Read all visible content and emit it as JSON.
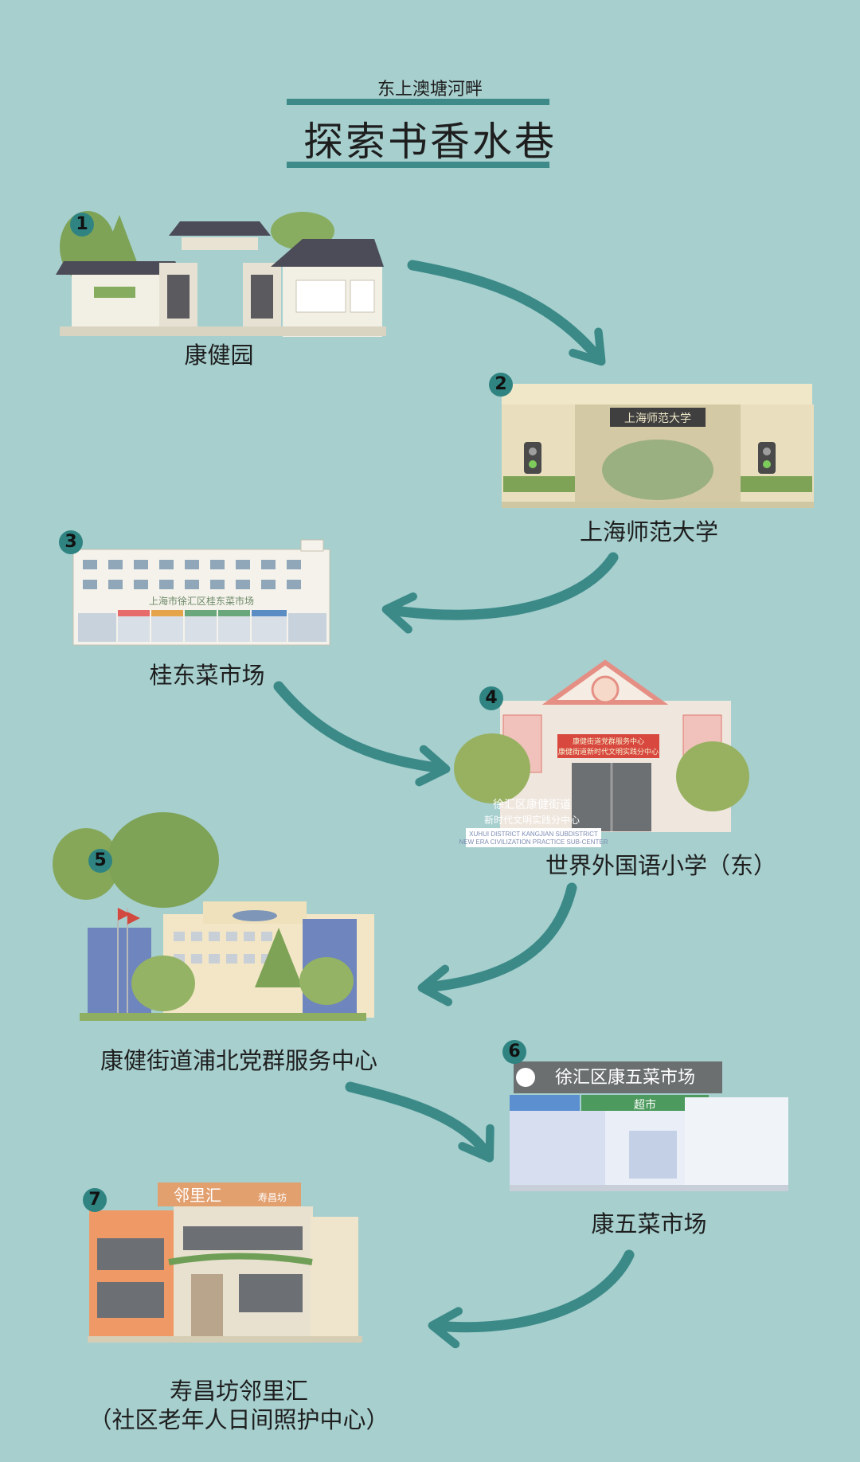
{
  "header": {
    "subtitle": "东上澳塘河畔",
    "title": "探索书香水巷"
  },
  "stops": [
    {
      "number": "1",
      "name": "康健园"
    },
    {
      "number": "2",
      "name": "上海师范大学",
      "sign_text": "上海师范大学"
    },
    {
      "number": "3",
      "name": "桂东菜市场",
      "sign_text": "上海市徐汇区桂东菜市场"
    },
    {
      "number": "4",
      "name": "世界外国语小学（东）",
      "sign_text_1": "康健街道党群服务中心",
      "sign_text_2": "康健街道新时代文明实践分中心",
      "plaque_cn": "徐汇区康健街道",
      "plaque_cn_2": "新时代文明实践分中心",
      "plaque_en": "XUHUI DISTRICT KANGJIAN SUBDISTRICT",
      "plaque_en_2": "NEW ERA CIVILIZATION PRACTICE SUB-CENTER"
    },
    {
      "number": "5",
      "name": "康健街道浦北党群服务中心"
    },
    {
      "number": "6",
      "name": "康五菜市场",
      "sign_text": "徐汇区康五菜市场",
      "sub_sign_text": "超市"
    },
    {
      "number": "7",
      "name_line1": "寿昌坊邻里汇",
      "name_line2": "（社区老年人日间照护中心）",
      "sign_text": "邻里汇",
      "sign_text_2": "寿昌坊"
    }
  ],
  "colors": {
    "background": "#a6cfce",
    "accent": "#3d8a88",
    "arrow": "#3b8a88",
    "badge": "#2f8482"
  }
}
